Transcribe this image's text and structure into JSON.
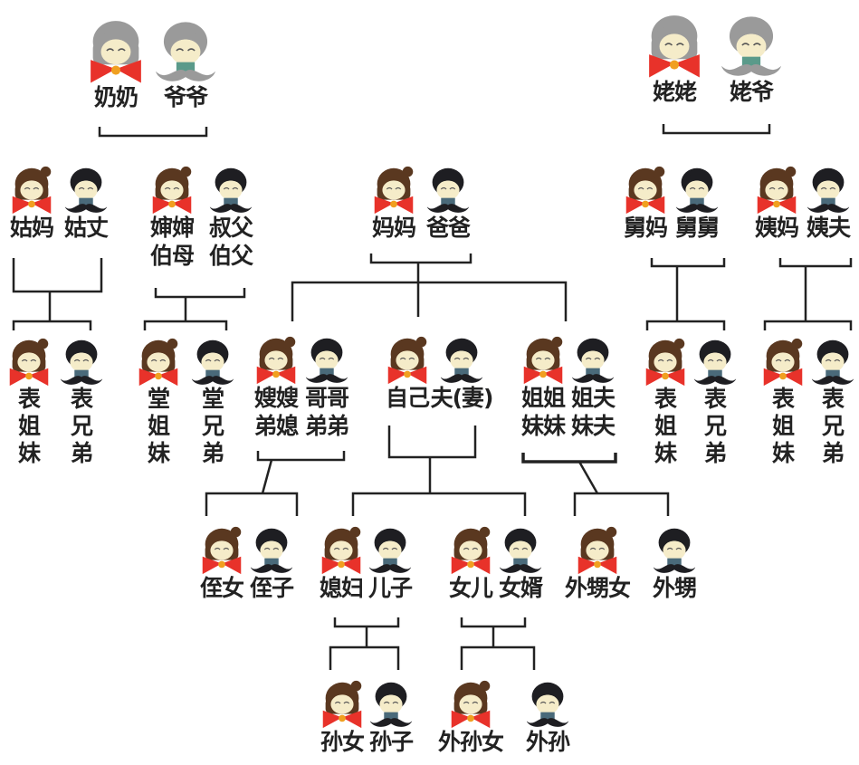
{
  "title": "家庭称谓关系图",
  "colors": {
    "girl_hair": "#5a3820",
    "boy_hair": "#1e1e22",
    "elder_hair": "#9a9a9a",
    "bow": "#e8322a",
    "face": "#f5ecc9"
  },
  "people": {
    "nainai": "奶奶",
    "yeye": "爷爷",
    "laolao": "姥姥",
    "laoye": "姥爷",
    "guma": "姑妈",
    "guzhang": "姑丈",
    "shenshen": "婶婶\n伯母",
    "shufu": "叔父\n伯父",
    "mama": "妈妈",
    "baba": "爸爸",
    "jiuma": "舅妈",
    "jiujiu": "舅舅",
    "yima": "姨妈",
    "yifu": "姨夫",
    "biaojiemei1": "表\n姐\n妹",
    "biaoxiongdi1": "表\n兄\n弟",
    "tangjiemei": "堂\n姐\n妹",
    "tangxiongdi": "堂\n兄\n弟",
    "saosao": "嫂嫂\n弟媳",
    "gege": "哥哥\n弟弟",
    "ziji": "自己",
    "fuqi": "夫(妻)",
    "jiejie": "姐姐\n妹妹",
    "jiefu": "姐夫\n妹夫",
    "biaojiemei2": "表\n姐\n妹",
    "biaoxiongdi2": "表\n兄\n弟",
    "biaojiemei3": "表\n姐\n妹",
    "biaoxiongdi3": "表\n兄\n弟",
    "zhinv": "侄女",
    "zhizi": "侄子",
    "xifu": "媳妇",
    "erzi": "儿子",
    "nver": "女儿",
    "nvxu": "女婿",
    "waishengnv": "外甥女",
    "waisheng": "外甥",
    "sunnv": "孙女",
    "sunzi": "孙子",
    "waisunnv": "外孙女",
    "waisun": "外孙"
  }
}
